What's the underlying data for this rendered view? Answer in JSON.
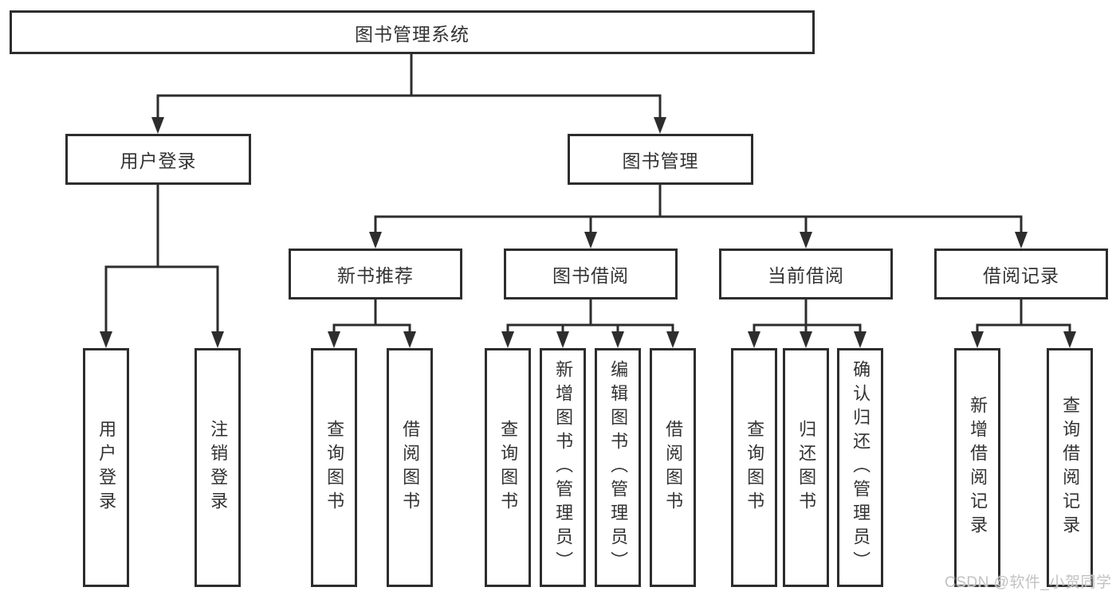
{
  "diagram": {
    "title_node": "图书管理系统",
    "level2": {
      "user_login": "用户登录",
      "book_management": "图书管理"
    },
    "level3": {
      "new_book_recommend": "新书推荐",
      "book_borrow": "图书借阅",
      "current_borrow": "当前借阅",
      "borrow_records": "借阅记录"
    },
    "leaves": {
      "user_login": [
        "用户登录",
        "注销登录"
      ],
      "new_book_recommend": [
        "查询图书",
        "借阅图书"
      ],
      "book_borrow": [
        "查询图书",
        "新增图书（管理员）",
        "编辑图书（管理员）",
        "借阅图书"
      ],
      "current_borrow": [
        "查询图书",
        "归还图书",
        "确认归还（管理员）"
      ],
      "borrow_records": [
        "新增借阅记录",
        "查询借阅记录"
      ]
    },
    "colors": {
      "line": "#2d2d2d",
      "text": "#333333",
      "background": "#ffffff",
      "watermark": "#c2c2c2"
    }
  },
  "watermark": {
    "text": "CSDN @软件_小贺同学"
  }
}
